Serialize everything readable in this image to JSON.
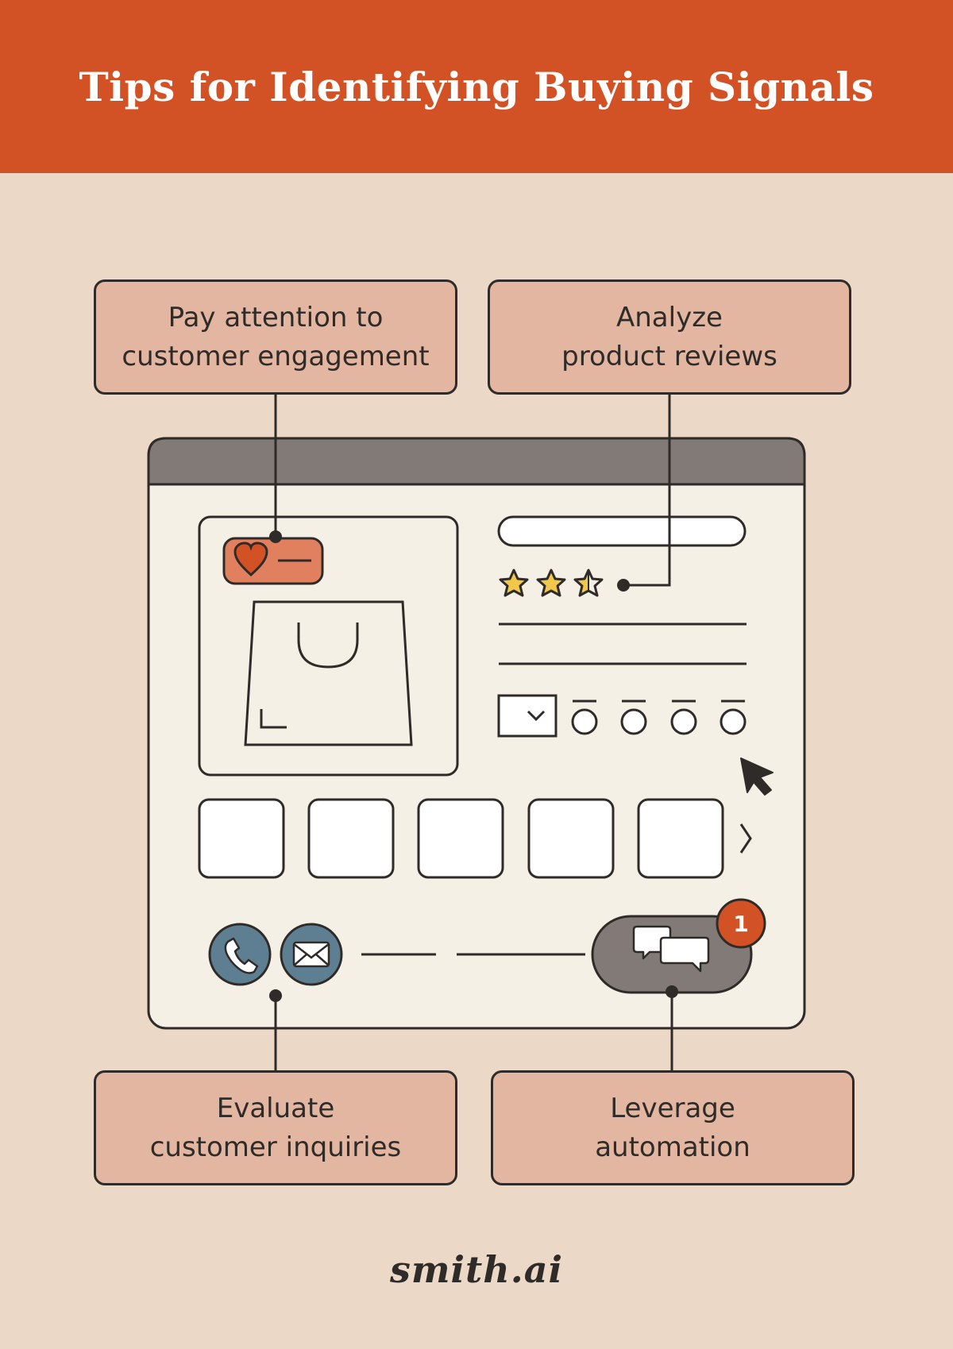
{
  "title": "Tips for Identifying Buying Signals",
  "callouts": {
    "engagement": {
      "line1": "Pay attention to",
      "line2": "customer engagement"
    },
    "reviews": {
      "line1": "Analyze",
      "line2": "product reviews"
    },
    "inquiries": {
      "line1": "Evaluate",
      "line2": "customer inquiries"
    },
    "automation": {
      "line1": "Leverage",
      "line2": "automation"
    }
  },
  "ui": {
    "chat_badge_count": "1",
    "rating_stars": 2.5,
    "rating_max": 3
  },
  "logo": "smith.ai",
  "colors": {
    "header": "#d35225",
    "background": "#ecd8c6",
    "callout_fill": "#e3b6a1",
    "outline": "#2f2b28",
    "window_bar": "#827a76",
    "window_fill": "#f5f0e6",
    "heart_chip": "#e0805e",
    "contact_icon": "#5e7f92",
    "star": "#f2c84b",
    "badge": "#d35225"
  },
  "icons": [
    "heart-icon",
    "shopping-bag-icon",
    "star-icon",
    "chevron-down-icon",
    "chevron-right-icon",
    "cursor-icon",
    "phone-icon",
    "mail-icon",
    "chat-icon"
  ]
}
